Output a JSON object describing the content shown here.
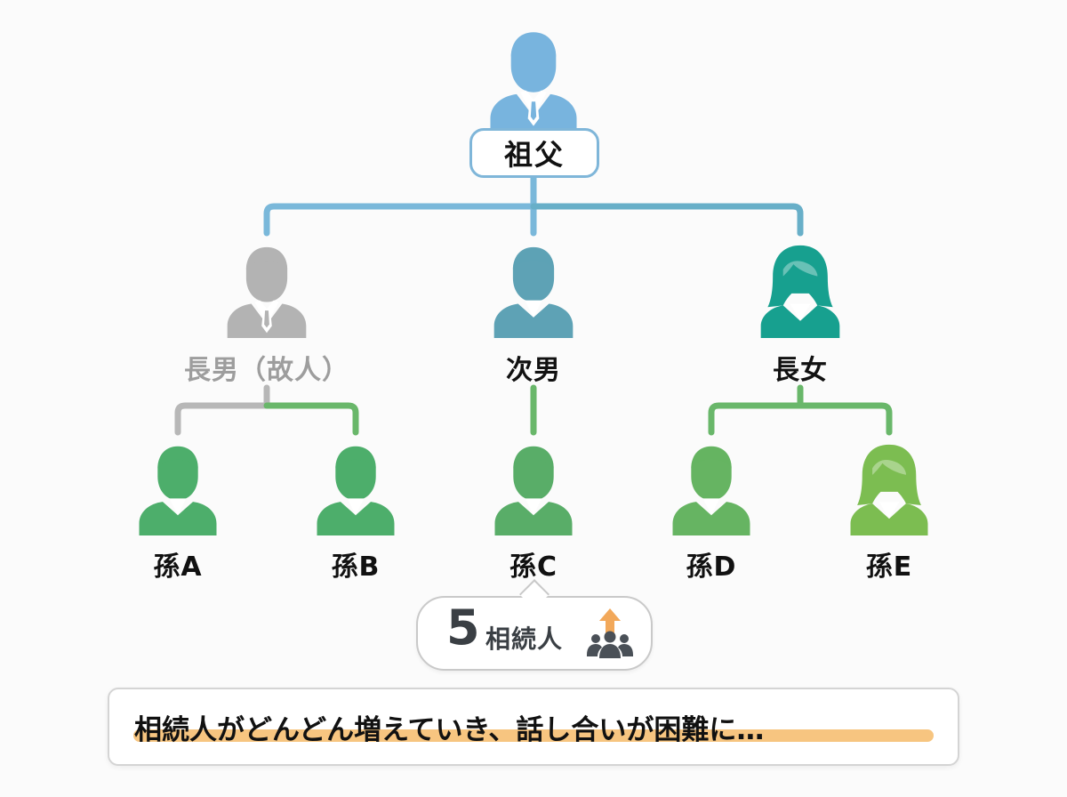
{
  "nodes": {
    "grandfather": {
      "label": "祖父",
      "color": "#6aaedb"
    },
    "eldest_son": {
      "label": "長男（故人）",
      "color": "#b2b2b2"
    },
    "second_son": {
      "label": "次男",
      "color": "#5c9db0"
    },
    "eldest_daughter": {
      "label": "長女",
      "color": "#1a9c8c"
    },
    "grandchild_a": {
      "label": "孫A",
      "color": "#4aac6a"
    },
    "grandchild_b": {
      "label": "孫B",
      "color": "#4aac6a"
    },
    "grandchild_c": {
      "label": "孫C",
      "color": "#57ad69"
    },
    "grandchild_d": {
      "label": "孫D",
      "color": "#62b262"
    },
    "grandchild_e": {
      "label": "孫E",
      "color": "#78bc52"
    }
  },
  "line_colors": {
    "grandfather_branch": "#7ab8da",
    "deceased_branch": "#b7b7b7",
    "grandchild_branch": "#69b76a"
  },
  "bubble": {
    "number": "5",
    "text": "相続人",
    "icon": "people-group-with-up-arrow-icon",
    "arrow_color": "#f2a85a"
  },
  "caption": {
    "text": "相続人がどんどん増えていき、話し合いが困難に…",
    "highlight_color": "#f6bf72"
  }
}
